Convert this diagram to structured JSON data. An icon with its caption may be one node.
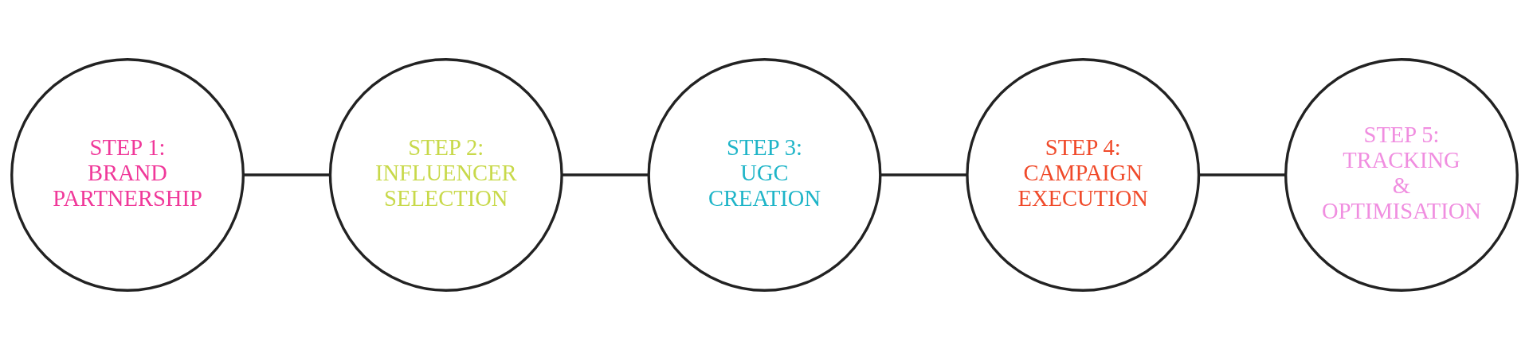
{
  "diagram": {
    "nodes": [
      {
        "text": [
          "STEP 1:",
          "BRAND PARTNERSHIP"
        ]
      },
      {
        "text": [
          "STEP 2:",
          "INFLUENCER SELECTION"
        ]
      },
      {
        "text": [
          "STEP 3:",
          "UGC CREATION"
        ]
      },
      {
        "text": [
          "STEP 4:",
          "CAMPAIGN EXECUTION"
        ]
      },
      {
        "text": [
          "STEP 5:",
          "TRACKING & OPTIMISATION"
        ]
      }
    ],
    "edges": [
      {
        "from": 0,
        "to": 1,
        "arrow": "none"
      },
      {
        "from": 1,
        "to": 2,
        "arrow": "none"
      },
      {
        "from": 2,
        "to": 3,
        "arrow": "none"
      },
      {
        "from": 3,
        "to": 4,
        "arrow": "none"
      }
    ]
  }
}
